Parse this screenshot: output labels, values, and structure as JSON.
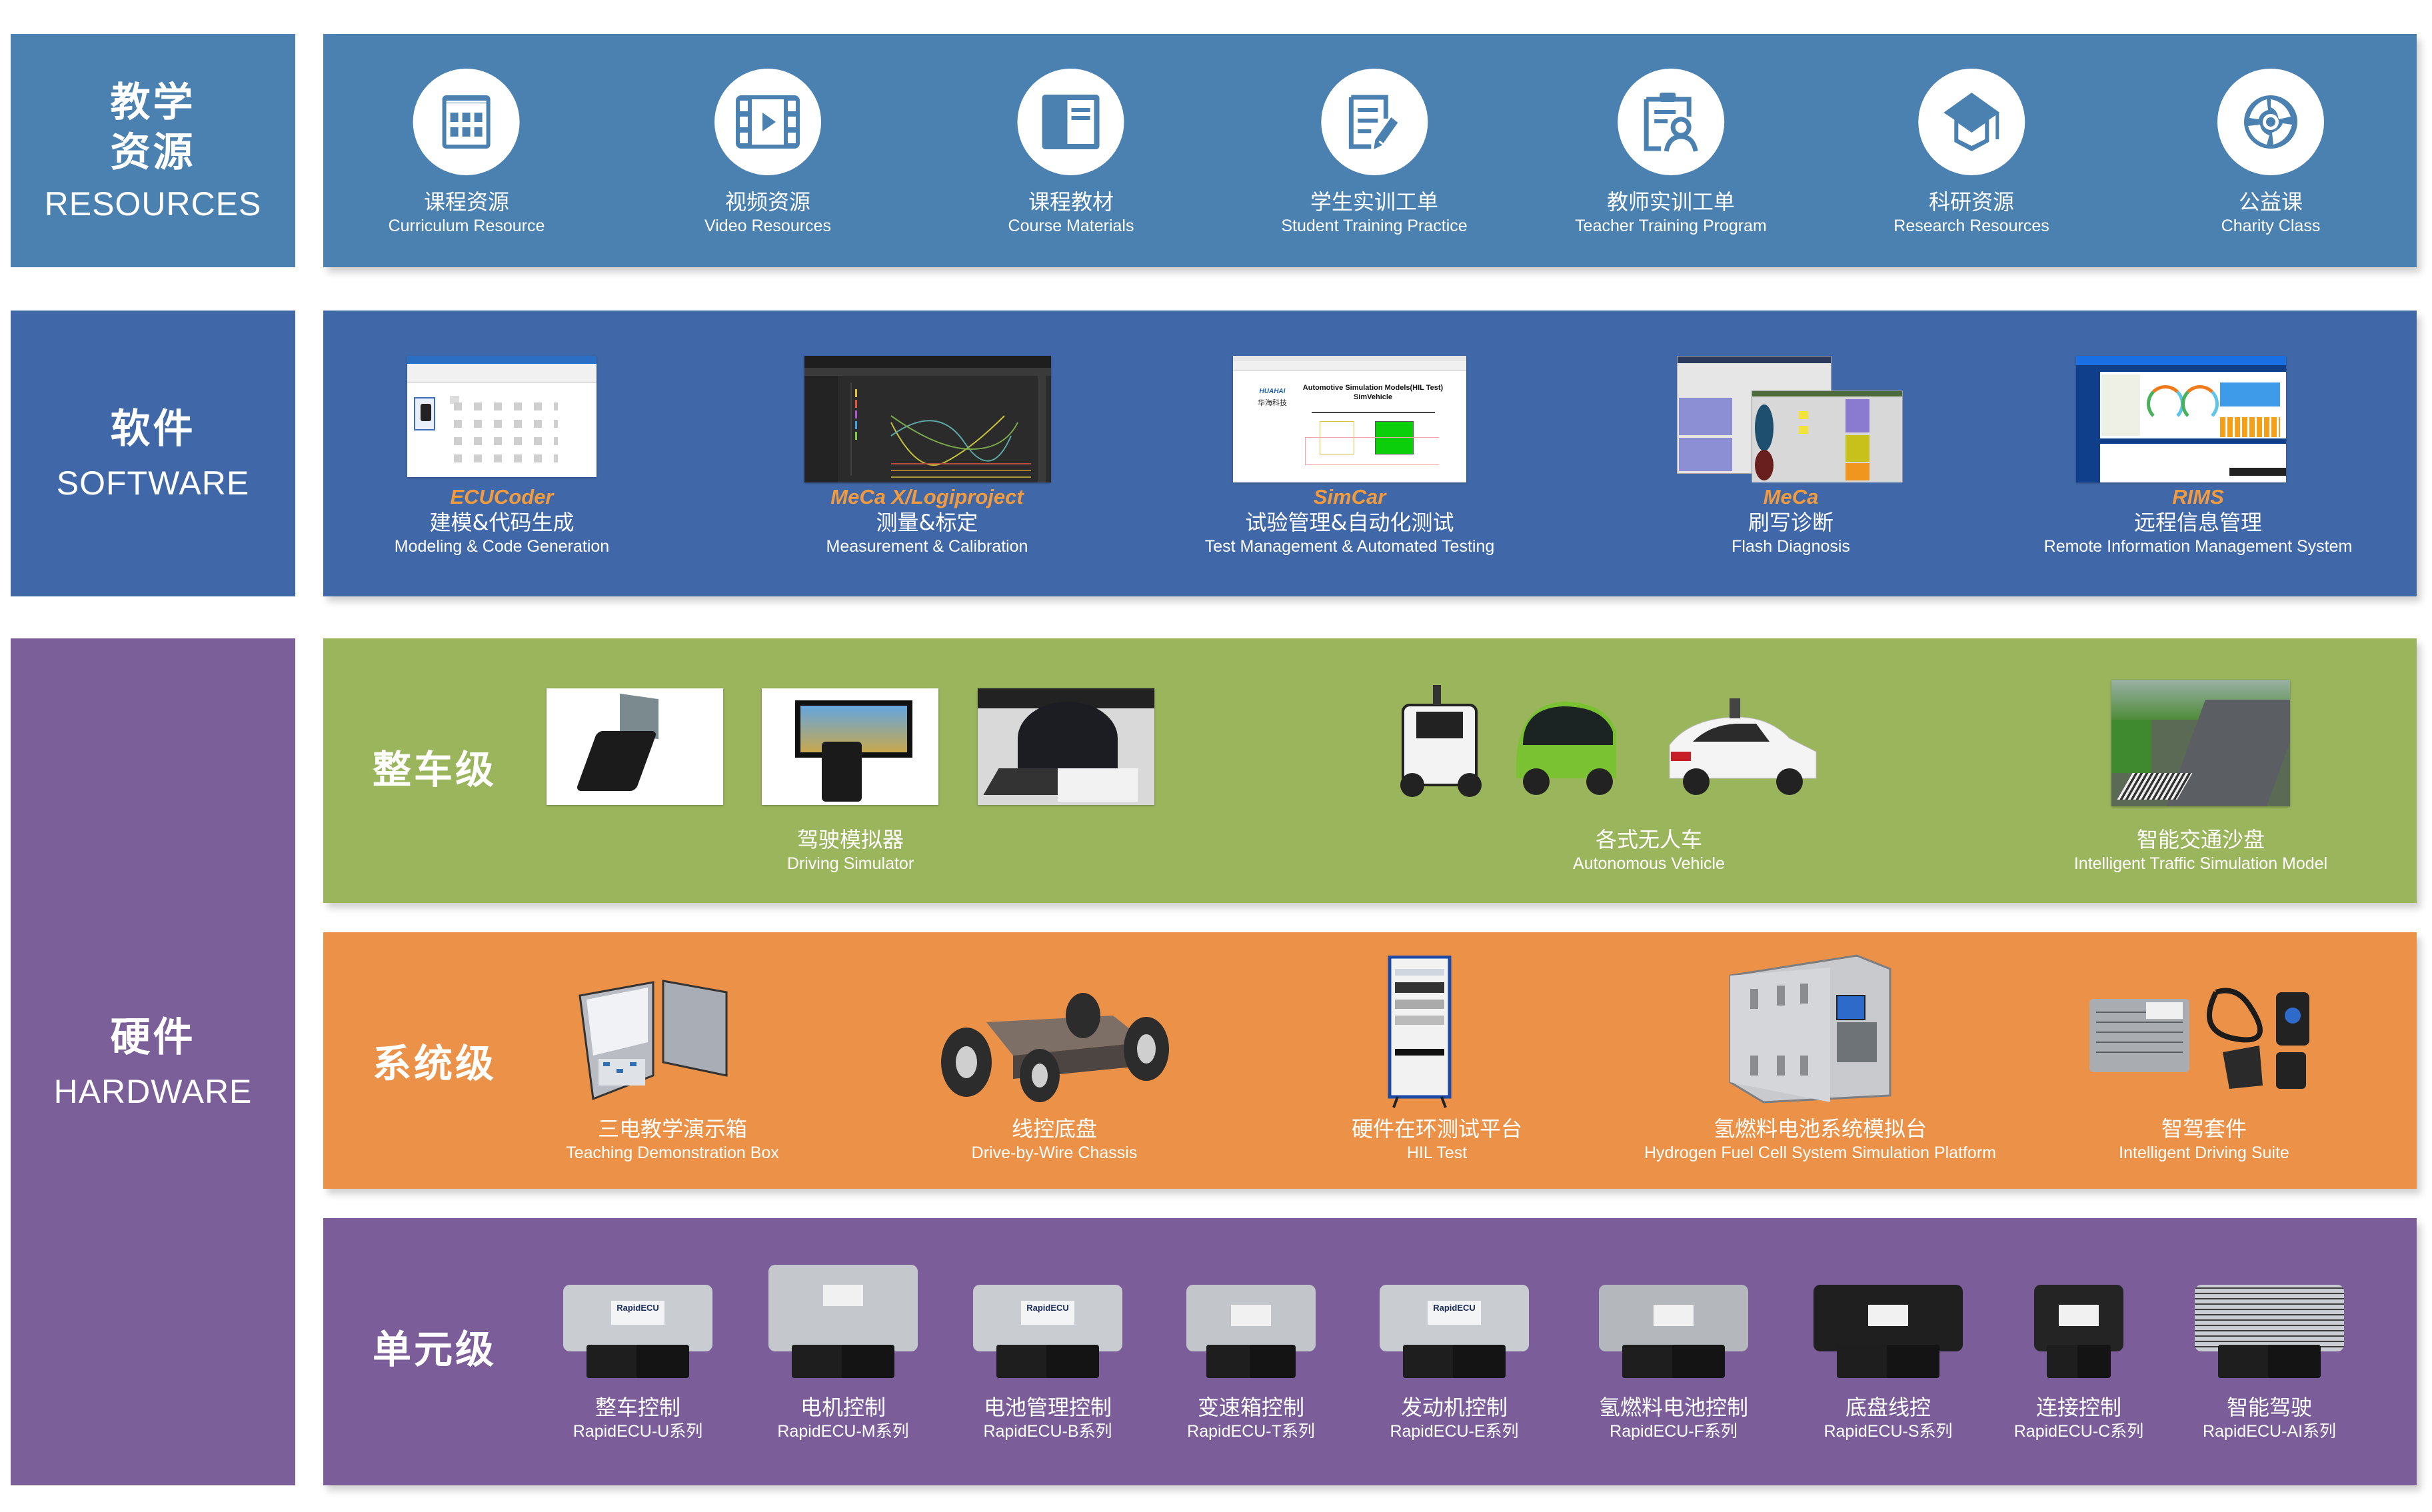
{
  "colors": {
    "resources": "#4a81b0",
    "software": "#4068a8",
    "hardware": "#7a5f99",
    "vehicle_level": "#9ab55c",
    "system_level": "#ec9248",
    "unit_level": "#7b5e99",
    "brand_accent": "#f19a3e"
  },
  "categories": {
    "resources": {
      "zh_line1": "教学",
      "zh_line2": "资源",
      "en": "RESOURCES"
    },
    "software": {
      "zh": "软件",
      "en": "SOFTWARE"
    },
    "hardware": {
      "zh": "硬件",
      "en": "HARDWARE"
    }
  },
  "resources": [
    {
      "icon": "calendar-grid-icon",
      "zh": "课程资源",
      "en": "Curriculum Resource"
    },
    {
      "icon": "video-film-icon",
      "zh": "视频资源",
      "en": "Video Resources"
    },
    {
      "icon": "book-icon",
      "zh": "课程教材",
      "en": "Course Materials"
    },
    {
      "icon": "document-pencil-icon",
      "zh": "学生实训工单",
      "en": "Student Training Practice"
    },
    {
      "icon": "clipboard-teacher-icon",
      "zh": "教师实训工单",
      "en": "Teacher Training Program"
    },
    {
      "icon": "graduation-cap-icon",
      "zh": "科研资源",
      "en": "Research Resources"
    },
    {
      "icon": "aperture-icon",
      "zh": "公益课",
      "en": "Charity Class"
    }
  ],
  "software": [
    {
      "brand": "ECUCoder",
      "zh": "建模&代码生成",
      "en": "Modeling & Code Generation"
    },
    {
      "brand": "MeCa X/Logiproject",
      "zh": "测量&标定",
      "en": "Measurement & Calibration"
    },
    {
      "brand": "SimCar",
      "zh": "试验管理&自动化测试",
      "en": "Test Management & Automated Testing",
      "screen_title": "Automotive Simulation Models(HIL Test)",
      "screen_subtitle": "SimVehicle",
      "screen_logo": "HUAHAI",
      "screen_logo_zh": "华海科技"
    },
    {
      "brand": "MeCa",
      "zh": "刷写诊断",
      "en": "Flash Diagnosis"
    },
    {
      "brand": "RIMS",
      "zh": "远程信息管理",
      "en": "Remote Information Management System"
    }
  ],
  "hardware": {
    "vehicle_level": {
      "title": "整车级",
      "items": [
        {
          "zh": "驾驶模拟器",
          "en": "Driving Simulator"
        },
        {
          "zh": "各式无人车",
          "en": "Autonomous Vehicle"
        },
        {
          "zh": "智能交通沙盘",
          "en": "Intelligent Traffic Simulation Model"
        }
      ]
    },
    "system_level": {
      "title": "系统级",
      "items": [
        {
          "zh": "三电教学演示箱",
          "en": "Teaching Demonstration Box"
        },
        {
          "zh": "线控底盘",
          "en": "Drive-by-Wire Chassis"
        },
        {
          "zh": "硬件在环测试平台",
          "en": "HIL Test"
        },
        {
          "zh": "氢燃料电池系统模拟台",
          "en": "Hydrogen Fuel Cell System Simulation Platform"
        },
        {
          "zh": "智驾套件",
          "en": "Intelligent Driving Suite"
        }
      ]
    },
    "unit_level": {
      "title": "单元级",
      "ecu_label": "RapidECU",
      "items": [
        {
          "zh": "整车控制",
          "en": "RapidECU-U系列"
        },
        {
          "zh": "电机控制",
          "en": "RapidECU-M系列"
        },
        {
          "zh": "电池管理控制",
          "en": "RapidECU-B系列"
        },
        {
          "zh": "变速箱控制",
          "en": "RapidECU-T系列"
        },
        {
          "zh": "发动机控制",
          "en": "RapidECU-E系列"
        },
        {
          "zh": "氢燃料电池控制",
          "en": "RapidECU-F系列"
        },
        {
          "zh": "底盘线控",
          "en": "RapidECU-S系列"
        },
        {
          "zh": "连接控制",
          "en": "RapidECU-C系列"
        },
        {
          "zh": "智能驾驶",
          "en": "RapidECU-AI系列"
        }
      ]
    }
  }
}
